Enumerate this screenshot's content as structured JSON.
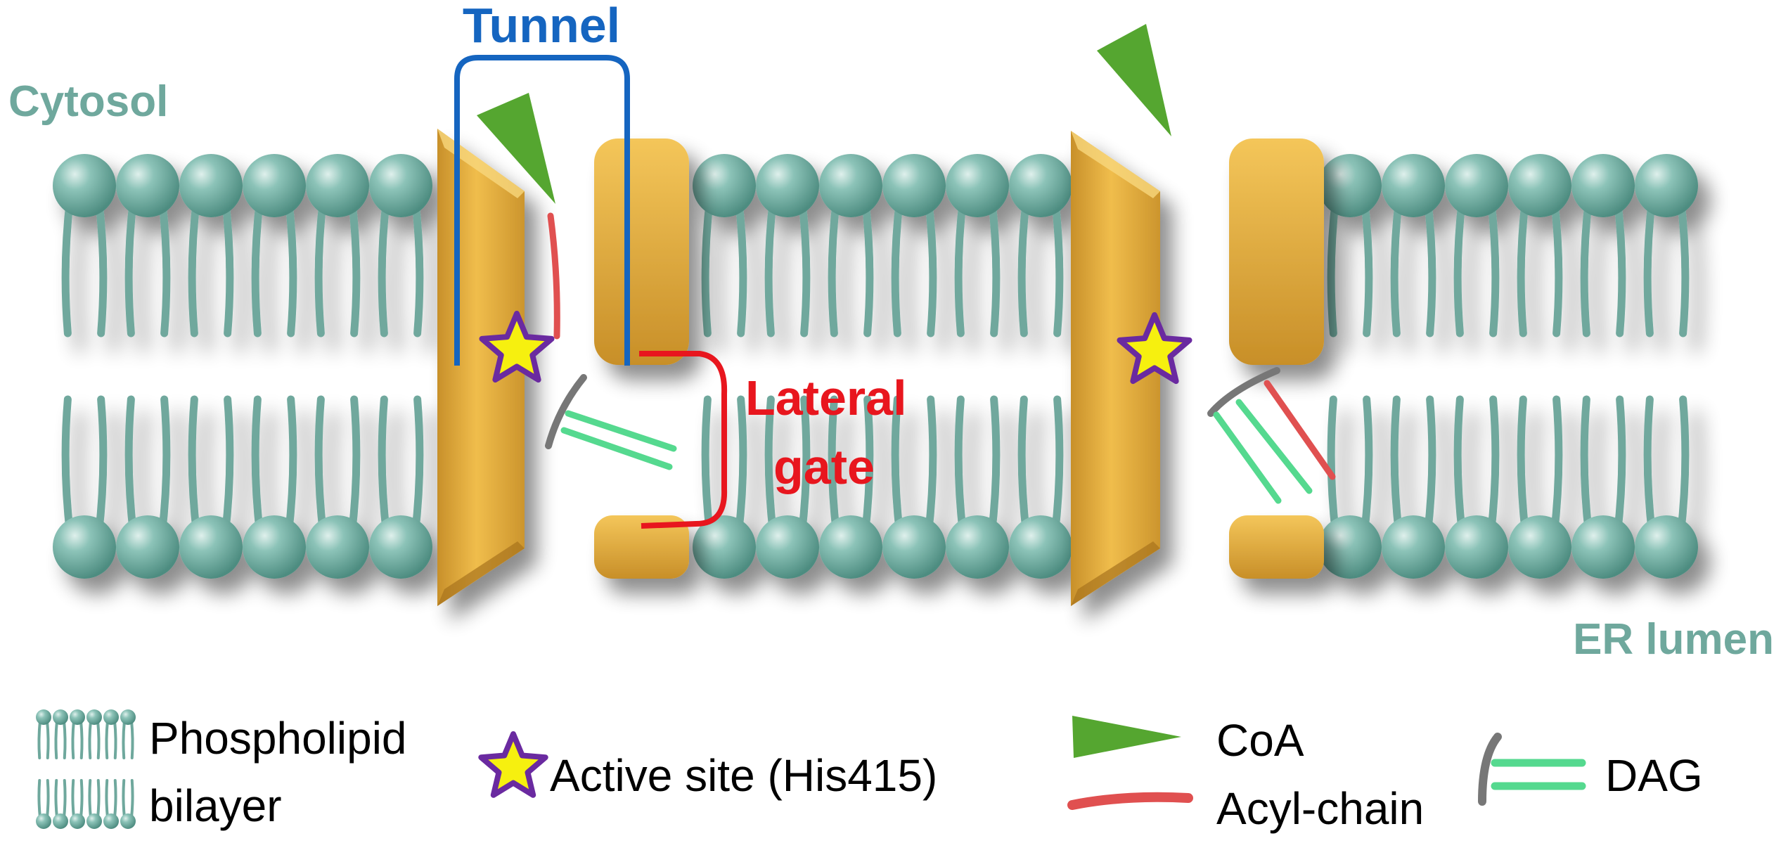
{
  "labels": {
    "cytosol": "Cytosol",
    "er_lumen": "ER lumen",
    "tunnel": "Tunnel",
    "lateral_gate_line1": "Lateral",
    "lateral_gate_line2": "gate"
  },
  "legend": {
    "phospholipid_line1": "Phospholipid",
    "phospholipid_line2": "bilayer",
    "active_site": "Active site (His415)",
    "coa": "CoA",
    "acyl_chain": "Acyl-chain",
    "dag": "DAG"
  },
  "colors": {
    "lipid": "#6fa89d",
    "protein": "#e2ab3e",
    "coa": "#55a630",
    "acyl_chain": "#e05050",
    "dag": "#55d98f",
    "tunnel": "#1565c0",
    "lateral_gate": "#e8161e",
    "star_fill": "#f6f00f",
    "star_stroke": "#6a2aa0"
  }
}
